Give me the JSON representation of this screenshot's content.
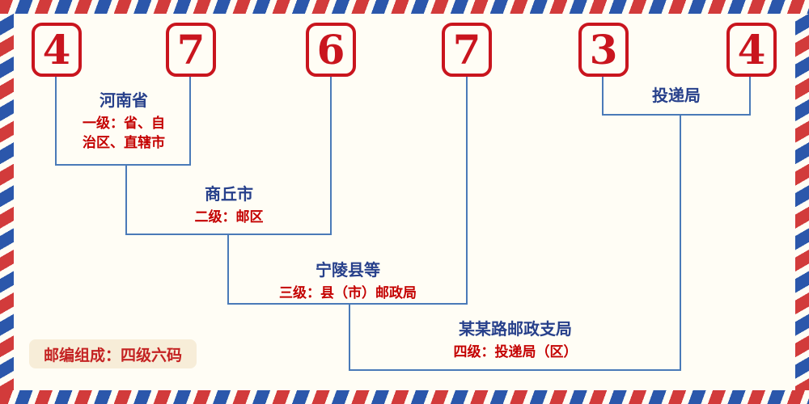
{
  "postal_code": {
    "digits": [
      "4",
      "7",
      "6",
      "7",
      "3",
      "4"
    ]
  },
  "levels": [
    {
      "name": "河南省",
      "desc_line1": "一级：省、自",
      "desc_line2": "治区、直辖市"
    },
    {
      "name": "商丘市",
      "desc": "二级：邮区"
    },
    {
      "name": "宁陵县等",
      "desc": "三级：县（市）邮政局"
    },
    {
      "name": "某某路邮政支局",
      "desc": "四级：投递局（区）"
    },
    {
      "name": "投递局"
    }
  ],
  "footer_badge": "邮编组成：四级六码",
  "colors": {
    "digit_red": "#c9151e",
    "connector_blue": "#4a7ab8",
    "label_navy": "#27408b",
    "desc_red": "#c40000",
    "badge_bg": "#f7edd8",
    "stripe_red": "#d23b3b",
    "stripe_blue": "#2b57ab",
    "background": "#fffdf5"
  }
}
